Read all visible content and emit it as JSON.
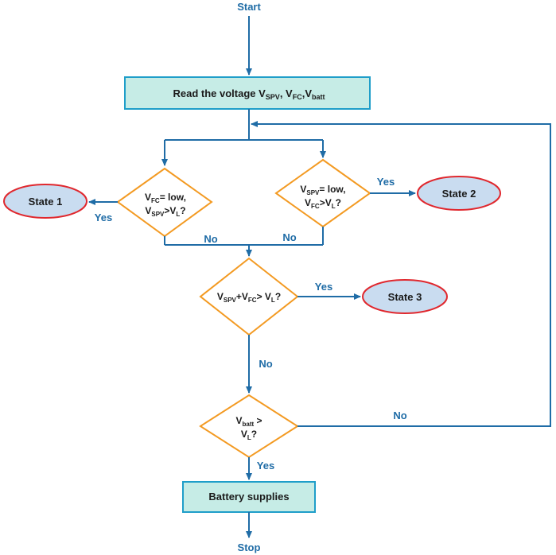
{
  "nodes": {
    "start": "Start",
    "read": {
      "prefix": "Read the voltage V",
      "sub1": "SPV",
      "sep1": ", V",
      "sub2": "FC",
      "sep2": ",V",
      "sub3": "batt"
    },
    "decision1": {
      "line1": {
        "v": "V",
        "sub": "FC",
        "rest": "= low,"
      },
      "line2": {
        "v": "V",
        "sub": "SPV",
        "mid": ">V",
        "sub2": "L",
        "rest": "?"
      }
    },
    "decision2": {
      "line1": {
        "v": "V",
        "sub": "SPV",
        "rest": "= low,"
      },
      "line2": {
        "v": "V",
        "sub": "FC",
        "mid": ">V",
        "sub2": "L",
        "rest": "?"
      }
    },
    "decision3": {
      "v": "V",
      "sub": "SPV",
      "plus": "+V",
      "sub2": "FC",
      "mid": "> V",
      "sub3": "L",
      "rest": "?"
    },
    "decision4": {
      "line1": {
        "v": "V",
        "sub": "batt",
        "rest": " >"
      },
      "line2": {
        "v": "V",
        "sub": "L",
        "rest": "?"
      }
    },
    "state1": "State 1",
    "state2": "State 2",
    "state3": "State 3",
    "battery": "Battery supplies",
    "stop": "Stop"
  },
  "edge_labels": {
    "d1_yes": "Yes",
    "d1_no": "No",
    "d2_yes": "Yes",
    "d2_no": "No",
    "d3_yes": "Yes",
    "d3_no": "No",
    "d4_no": "No",
    "d4_yes": "Yes"
  },
  "colors": {
    "arrow": "#1f6ca6",
    "process_fill": "#c6ece6",
    "process_stroke": "#1f9ec9",
    "decision_stroke": "#f39a22",
    "state_fill": "#c9dcf0",
    "state_stroke": "#e0282e"
  }
}
